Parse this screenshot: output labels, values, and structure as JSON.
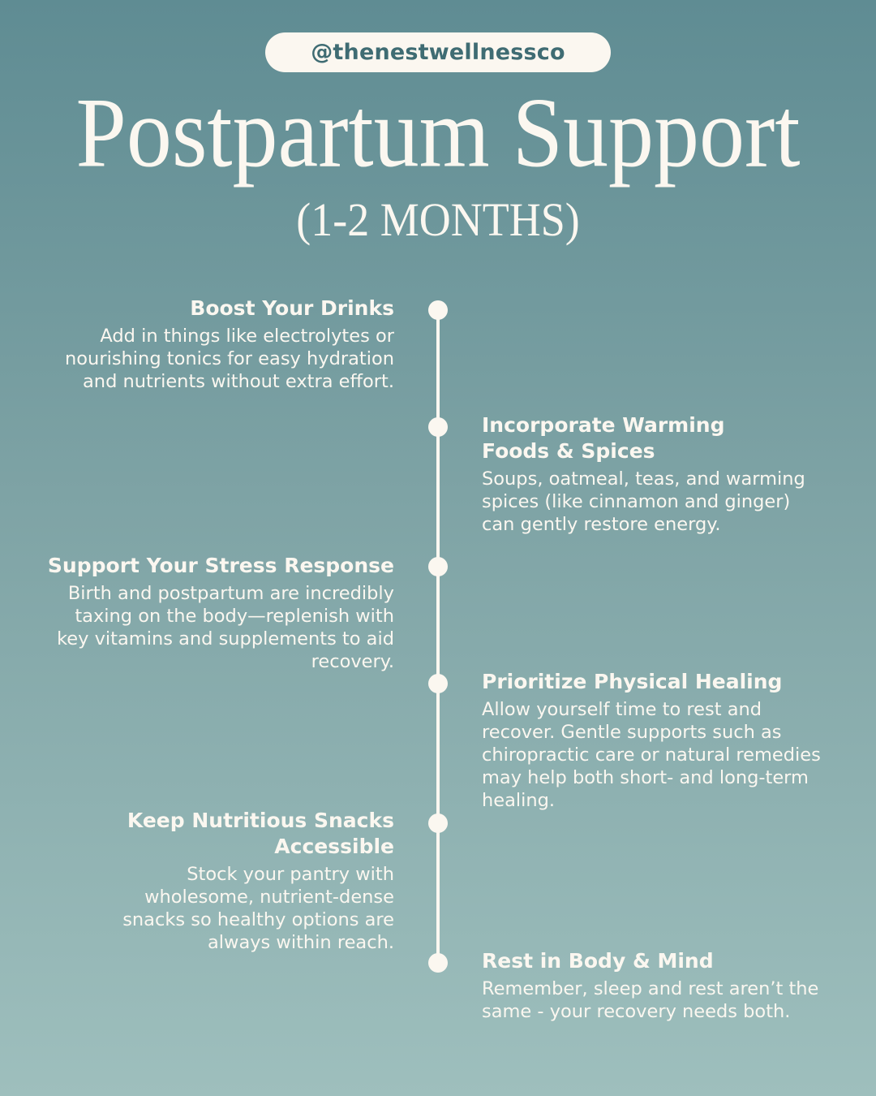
{
  "header": {
    "handle": "@thenestwellnessco",
    "title": "Postpartum Support",
    "subtitle": "(1-2 MONTHS)"
  },
  "colors": {
    "background_top": "#5f8c93",
    "background_bottom": "#9ebfbd",
    "text": "#fbf7f0",
    "handle_text": "#3f6c73"
  },
  "items": [
    {
      "title": "Boost Your Drinks",
      "body": "Add in things like electrolytes or nourishing tonics for easy hydration and nutrients without extra effort."
    },
    {
      "title": "Incorporate Warming Foods & Spices",
      "body": "Soups, oatmeal, teas, and warming spices (like cinnamon and ginger) can gently restore energy."
    },
    {
      "title": "Support Your Stress Response",
      "body": "Birth and postpartum are incredibly taxing on the body—replenish with key vitamins and supplements to aid recovery."
    },
    {
      "title": "Prioritize Physical Healing",
      "body": "Allow yourself time to rest and recover. Gentle supports such as chiropractic care or natural remedies may help both short- and long-term healing."
    },
    {
      "title": "Keep Nutritious Snacks Accessible",
      "body": "Stock your pantry with wholesome, nutrient-dense snacks so healthy options are always within reach."
    },
    {
      "title": "Rest in Body & Mind",
      "body": "Remember, sleep and rest aren’t the same - your recovery needs both."
    }
  ]
}
